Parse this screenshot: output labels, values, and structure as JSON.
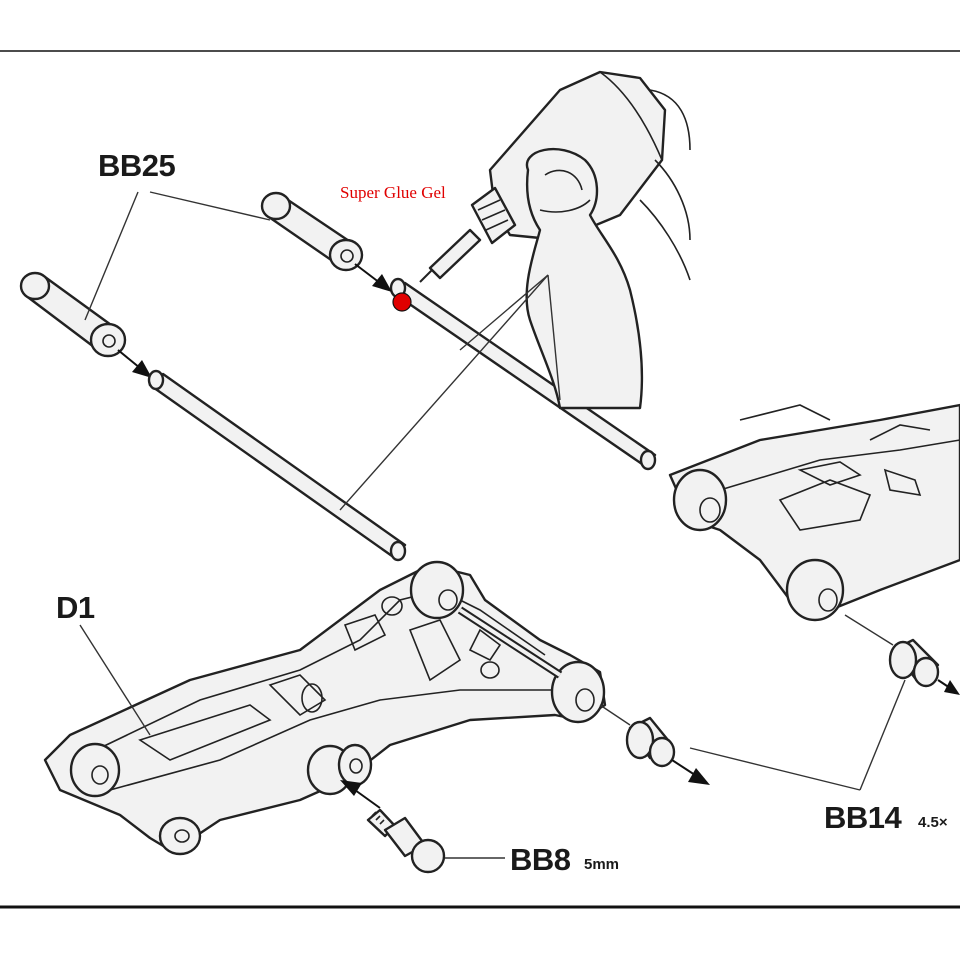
{
  "labels": {
    "bb25": "BB25",
    "d1": "D1",
    "bb14": "BB14",
    "bb14_size": "4.5×",
    "bb8": "BB8",
    "bb8_size": "5mm"
  },
  "annotation": {
    "text": "Super Glue Gel",
    "color": "#e00000"
  },
  "colors": {
    "line_art": "#222222",
    "part_fill": "#f2f2f2",
    "glue_marker": "#e00000"
  }
}
